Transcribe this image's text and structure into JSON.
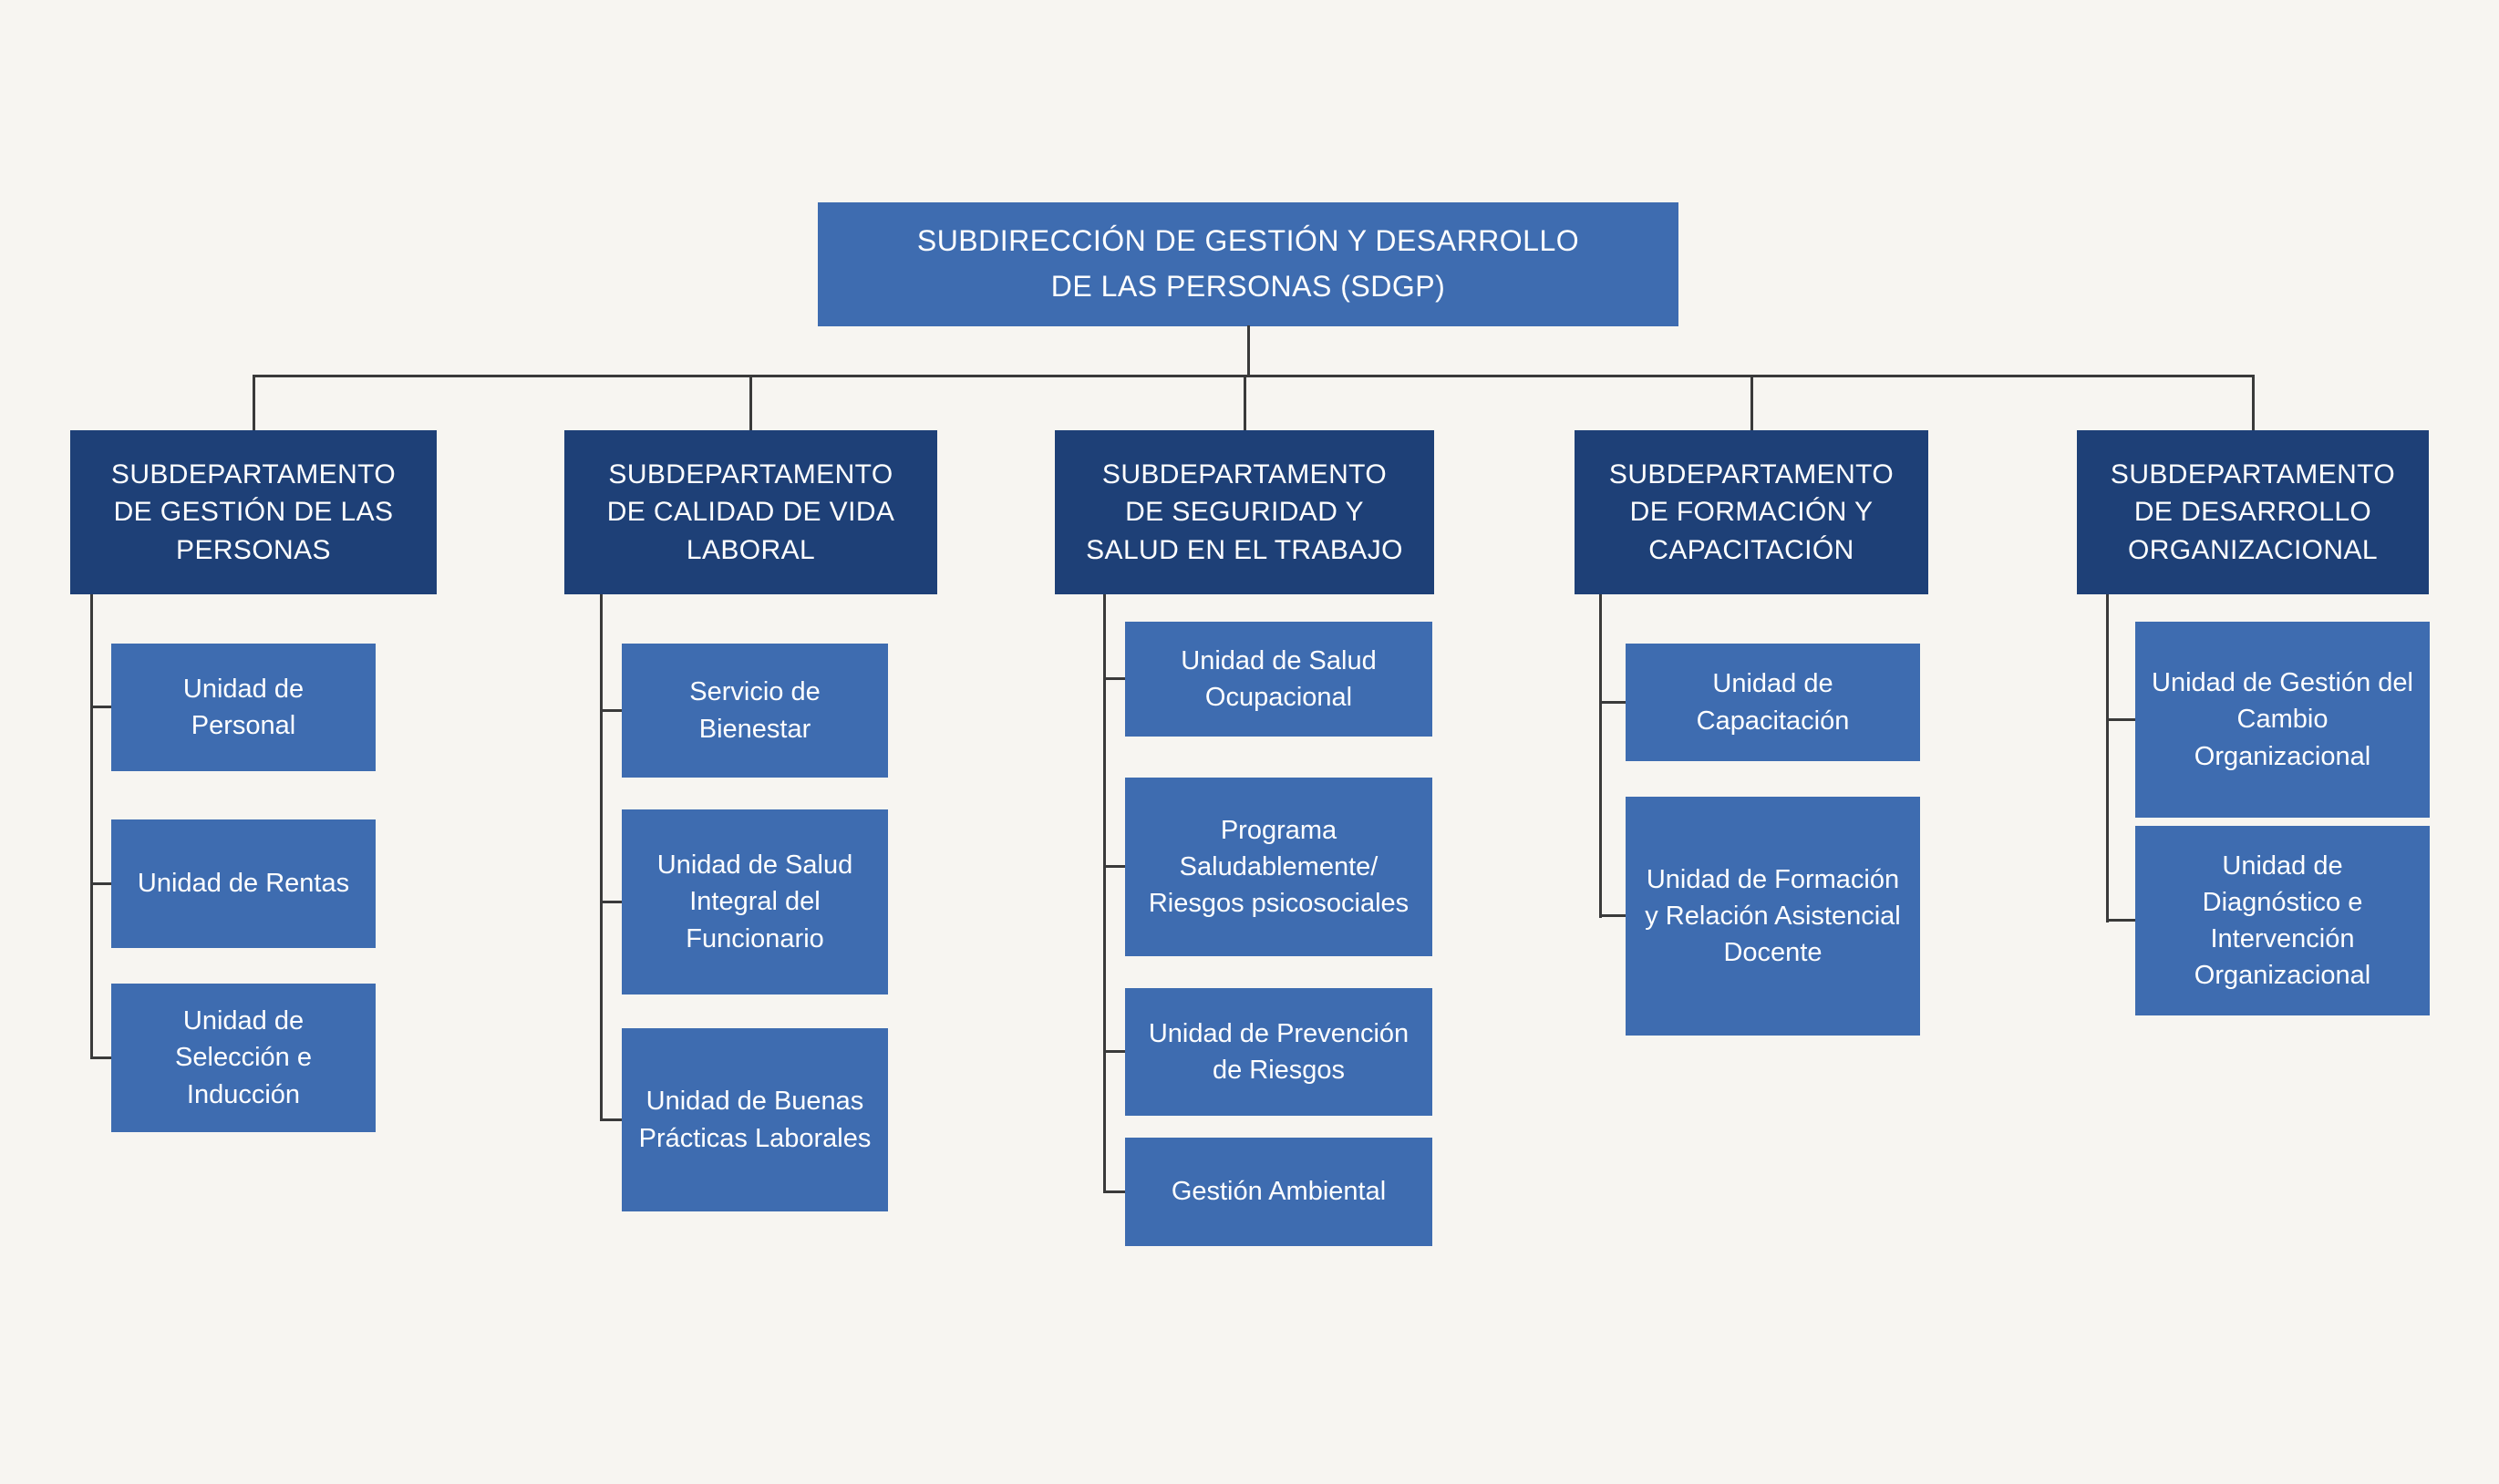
{
  "colors": {
    "background": "#f7f5f1",
    "root_box": "#3e6cb0",
    "dept_box": "#1e4077",
    "unit_box": "#3e6cb0",
    "connector": "#3a3a3a",
    "text": "#ffffff"
  },
  "root": {
    "title": "SUBDIRECCIÓN DE GESTIÓN Y DESARROLLO DE LAS PERSONAS (SDGP)"
  },
  "departments": [
    {
      "title": "SUBDEPARTAMENTO DE GESTIÓN DE LAS PERSONAS",
      "units": [
        "Unidad de Personal",
        "Unidad de Rentas",
        "Unidad de Selección e Inducción"
      ]
    },
    {
      "title": "SUBDEPARTAMENTO DE CALIDAD DE VIDA LABORAL",
      "units": [
        "Servicio de Bienestar",
        "Unidad de Salud Integral del Funcionario",
        "Unidad de Buenas Prácticas Laborales"
      ]
    },
    {
      "title": "SUBDEPARTAMENTO DE SEGURIDAD Y SALUD EN EL TRABAJO",
      "units": [
        "Unidad de Salud Ocupacional",
        "Programa Saludablemente/ Riesgos psicosociales",
        "Unidad de Prevención de Riesgos",
        "Gestión Ambiental"
      ]
    },
    {
      "title": "SUBDEPARTAMENTO DE FORMACIÓN Y CAPACITACIÓN",
      "units": [
        "Unidad de Capacitación",
        "Unidad de Formación y Relación Asistencial Docente"
      ]
    },
    {
      "title": "SUBDEPARTAMENTO DE DESARROLLO ORGANIZACIONAL",
      "units": [
        "Unidad de Gestión del Cambio Organizacional",
        "Unidad de Diagnóstico e Intervención Organizacional"
      ]
    }
  ]
}
